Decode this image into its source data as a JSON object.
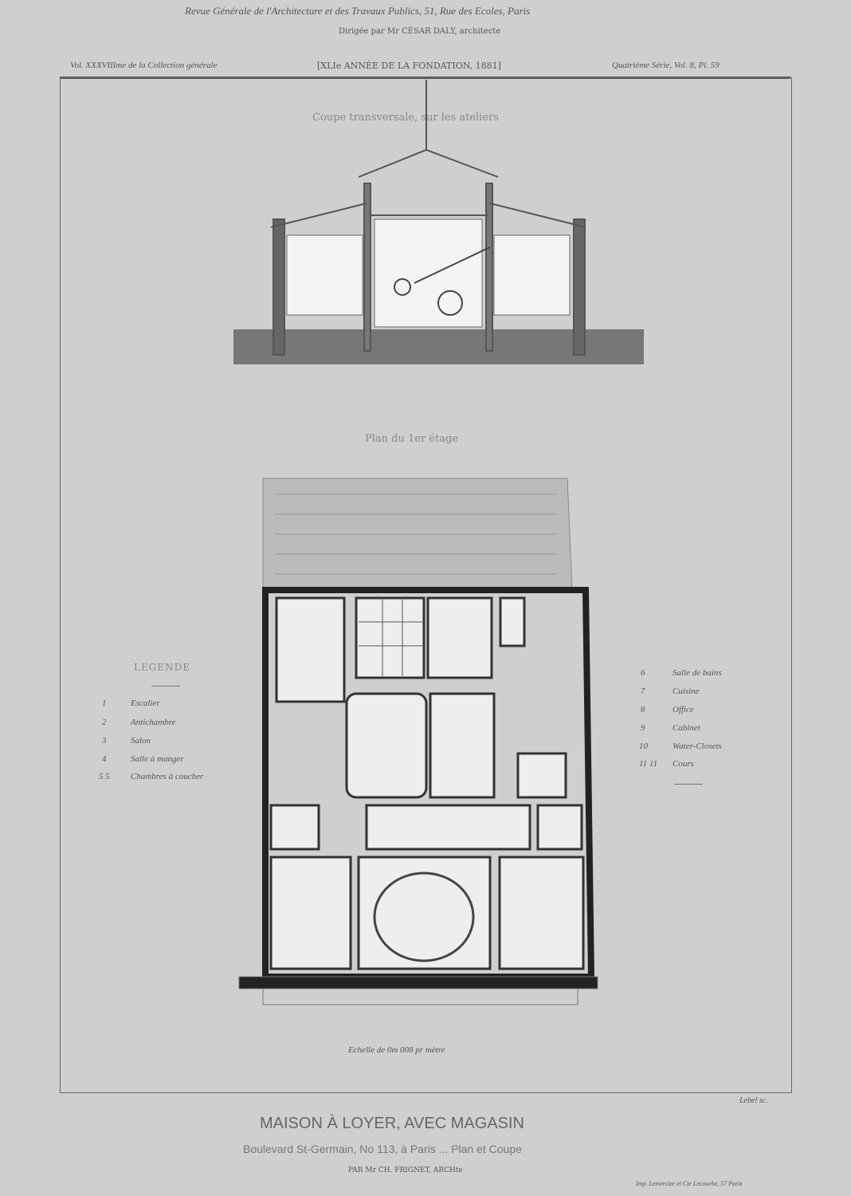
{
  "header": {
    "publication": "Revue Générale de l'Architecture et des Travaux Publics, 51, Rue des Ecoles, Paris",
    "director": "Dirigée par Mr CÉSAR DALY, architecte",
    "volume_left": "Vol. XXXVIIIme de la Collection générale",
    "volume_center": "[XLIe ANNÉE DE LA FONDATION, 1881]",
    "volume_right": "Quatrième Série, Vol. 8, Pl. 59"
  },
  "section": {
    "title": "Coupe transversale, sur les ateliers"
  },
  "plan": {
    "title": "Plan du 1er étage",
    "scale": "Echelle de 0m 008 pr mètre",
    "engraver": "Lebel sc."
  },
  "legend": {
    "title": "LEGENDE",
    "left_items": [
      {
        "num": "1",
        "label": "Escalier"
      },
      {
        "num": "2",
        "label": "Antichambre"
      },
      {
        "num": "3",
        "label": "Salon"
      },
      {
        "num": "4",
        "label": "Salle à manger"
      },
      {
        "num": "5 5",
        "label": "Chambres à coucher"
      }
    ],
    "right_items": [
      {
        "num": "6",
        "label": "Salle de bains"
      },
      {
        "num": "7",
        "label": "Cuisine"
      },
      {
        "num": "8",
        "label": "Office"
      },
      {
        "num": "9",
        "label": "Cabinet"
      },
      {
        "num": "10",
        "label": "Water-Closets"
      },
      {
        "num": "11 11",
        "label": "Cours"
      }
    ]
  },
  "footer": {
    "title": "MAISON À LOYER, AVEC MAGASIN",
    "subtitle": "Boulevard St-Germain, No 113, à Paris ... Plan et Coupe",
    "author": "PAR Mr CH. FRIGNET, ARCHte",
    "printer": "Imp. Lemercier et Cie Lecourbe, 57 Paris"
  }
}
